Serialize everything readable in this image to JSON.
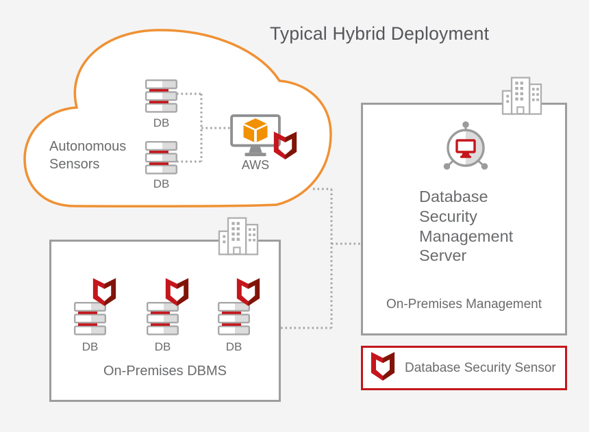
{
  "title": "Typical Hybrid Deployment",
  "cloud": {
    "label": "Autonomous Sensors",
    "db_top_label": "DB",
    "db_bottom_label": "DB",
    "aws_label": "AWS"
  },
  "dbms_box": {
    "db_labels": [
      "DB",
      "DB",
      "DB"
    ],
    "caption": "On-Premises DBMS"
  },
  "management_box": {
    "title_lines": [
      "Database",
      "Security",
      "Management",
      "Server"
    ],
    "caption": "On-Premises Management"
  },
  "legend": {
    "label": "Database Security Sensor"
  },
  "icons": {
    "cloud": "cloud-outline-icon",
    "db_stack": "db-server-stack-icon",
    "aws": "aws-monitor-icon",
    "shield": "mcafee-shield-icon",
    "building": "office-building-icon",
    "hub": "management-hub-icon"
  },
  "colors": {
    "background": "#F4F4F5",
    "cloud_outline": "#EF9134",
    "aws_orange": "#F19100",
    "shield_red": "#C4161C",
    "shield_dark_red": "#811409",
    "legend_border": "#C3161C",
    "box_border": "#9D9D9D",
    "connector": "#A6A6A6",
    "title_text": "#55565A",
    "body_text": "#6A6B6D"
  }
}
